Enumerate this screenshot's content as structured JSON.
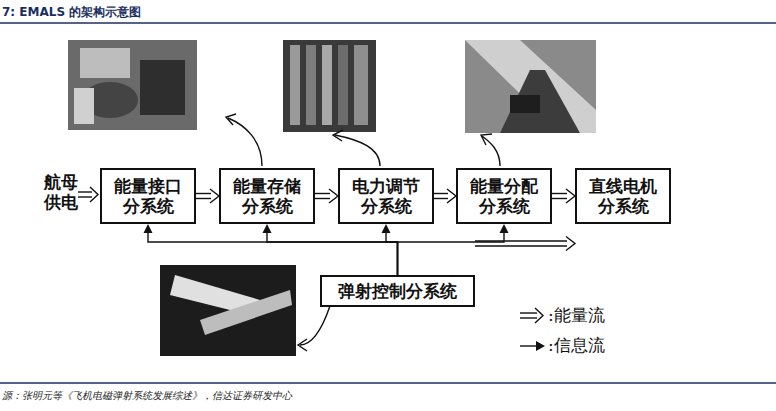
{
  "diagram": {
    "title": "7: EMALS 的架构示意图",
    "caption": "源：张明元等《飞机电磁弹射系统发展综述》，信达证券研发中心",
    "nodes": [
      {
        "text": [
          "能量接口 分系统"
        ]
      },
      {
        "text": [
          "能量存储 分系统"
        ]
      },
      {
        "text": [
          "电力调节 分系统"
        ]
      },
      {
        "text": [
          "能量分配 分系统"
        ]
      },
      {
        "text": [
          "直线电机 分系统"
        ]
      },
      {
        "text": [
          "弹射控制分系统"
        ]
      }
    ],
    "edges": [
      {
        "from": 0,
        "to": 1,
        "arrow": "to"
      },
      {
        "from": 1,
        "to": 2,
        "arrow": "to"
      },
      {
        "from": 2,
        "to": 3,
        "arrow": "to"
      },
      {
        "from": 3,
        "to": 4,
        "arrow": "to"
      },
      {
        "from": 5,
        "to": 0,
        "arrow": "to"
      },
      {
        "from": 5,
        "to": 1,
        "arrow": "to"
      },
      {
        "from": 5,
        "to": 2,
        "arrow": "to"
      },
      {
        "from": 5,
        "to": 3,
        "arrow": "to"
      },
      {
        "from": 5,
        "to": 4,
        "arrow": "to"
      }
    ],
    "labels": [
      "航母 供电"
    ],
    "legend": [
      {
        "text": ":能量流"
      },
      {
        "text": ":信息流"
      }
    ]
  }
}
